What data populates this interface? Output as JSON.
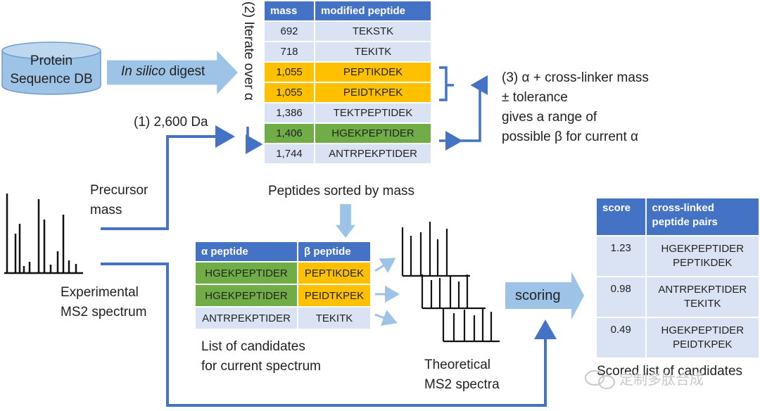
{
  "db": {
    "line1": "Protein",
    "line2": "Sequence DB"
  },
  "digest": {
    "italic": "In silico",
    "rest": " digest"
  },
  "step1": "(1)  2,600 Da",
  "step2": "(2)  Iterate over α",
  "step3": {
    "line1": "(3) α + cross-linker mass",
    "line2": "± tolerance",
    "line3": "gives a range of",
    "line4": "possible β for current α"
  },
  "precursor": {
    "line1": "Precursor",
    "line2": "mass"
  },
  "experimental": {
    "line1": "Experimental",
    "line2": "MS2 spectrum"
  },
  "mass_table": {
    "headers": [
      "mass",
      "modified peptide"
    ],
    "rows": [
      {
        "mass": "692",
        "peptide": "TEKSTK",
        "color": "#dae3f3"
      },
      {
        "mass": "718",
        "peptide": "TEKITK",
        "color": "#dae3f3"
      },
      {
        "mass": "1,055",
        "peptide": "PEPTIKDEK",
        "color": "#ffc000"
      },
      {
        "mass": "1,055",
        "peptide": "PEIDTKPEK",
        "color": "#ffc000"
      },
      {
        "mass": "1,386",
        "peptide": "TEKTPEPTIDEK",
        "color": "#dae3f3"
      },
      {
        "mass": "1,406",
        "peptide": "HGEKPEPTIDER",
        "color": "#70ad47"
      },
      {
        "mass": "1,744",
        "peptide": "ANTRPEKPTIDER",
        "color": "#dae3f3"
      }
    ],
    "caption": "Peptides sorted by mass"
  },
  "candidates_table": {
    "headers": [
      "α peptide",
      "β peptide"
    ],
    "rows": [
      {
        "alpha": "HGEKPEPTIDER",
        "beta": "PEPTIKDEK"
      },
      {
        "alpha": "HGEKPEPTIDER",
        "beta": "PEIDTKPEK"
      },
      {
        "alpha": "ANTRPEKPTIDER",
        "beta": "TEKITK"
      }
    ],
    "caption_line1": "List of candidates",
    "caption_line2": "for current spectrum"
  },
  "theoretical": {
    "line1": "Theoretical",
    "line2": "MS2 spectra"
  },
  "scoring_label": "scoring",
  "score_table": {
    "headers": [
      "score",
      "cross-linked",
      "peptide pairs"
    ],
    "rows": [
      {
        "score": "1.23",
        "pair1": "HGEKPEPTIDER",
        "pair2": "PEPTIKDEK"
      },
      {
        "score": "0.98",
        "pair1": "ANTRPEKPTIDER",
        "pair2": "TEKITK"
      },
      {
        "score": "0.49",
        "pair1": "HGEKPEPTIDER",
        "pair2": "PEIDTKPEK"
      }
    ],
    "caption": "Scored list of candidates"
  },
  "watermark": "定制多肽合成",
  "colors": {
    "header": "#4472c4",
    "plain_cell": "#dae3f3",
    "highlight_orange": "#ffc000",
    "highlight_green": "#70ad47",
    "block_arrow": "#9dc3e6",
    "connector": "#4472c4"
  }
}
